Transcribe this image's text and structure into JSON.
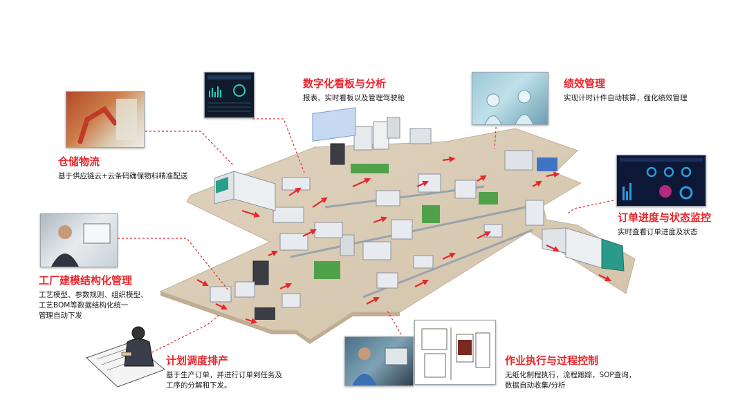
{
  "modules": {
    "warehouse": {
      "title": "仓储物流",
      "desc": [
        "基于供应链云+云条码确保物料精准配送"
      ]
    },
    "dashboard": {
      "title": "数字化看板与分析",
      "desc": [
        "报表、实时看板以及管理驾驶舱"
      ]
    },
    "performance": {
      "title": "绩效管理",
      "desc": [
        "实现计时计件自动核算，强化绩效管理"
      ]
    },
    "order_monitor": {
      "title": "订单进度与状态监控",
      "desc": [
        "实时查看订单进度及状态"
      ]
    },
    "factory_model": {
      "title": "工厂建模结构化管理",
      "desc": [
        "工艺模型、参数规则、组织模型、",
        "工艺BOM等数据结构化统一",
        "管理自动下发"
      ]
    },
    "scheduling": {
      "title": "计划调度排产",
      "desc": [
        "基于生产订单，并进行订单到任务及",
        "工序的分解和下发。"
      ]
    },
    "execution": {
      "title": "作业执行与过程控制",
      "desc": [
        "无纸化制程执行，流程跟踪，SOP查询，",
        "数据自动收集/分析"
      ]
    }
  },
  "colors": {
    "accent_red": "#e8262c",
    "floor": "#d9cbb5",
    "floor_edge": "#c2b299",
    "text": "#1a1a1a",
    "dashboard_bg": "#0f1a2a"
  },
  "icons": {
    "flow_arrow": "red-chevron-arrow",
    "connector": "red-dashed-line"
  }
}
